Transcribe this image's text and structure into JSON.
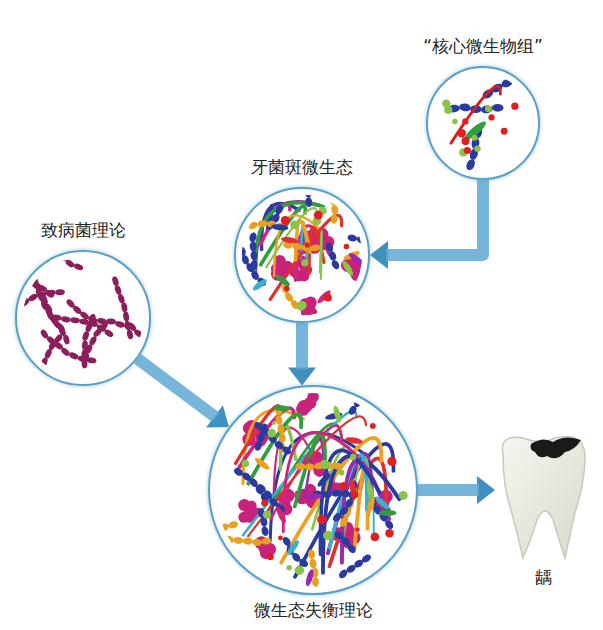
{
  "diagram": {
    "nodes": [
      {
        "text": [
          "“核心微生物组”"
        ]
      },
      {
        "text": [
          "牙菌斑微生态"
        ]
      },
      {
        "text": [
          "致病菌理论"
        ]
      },
      {
        "text": [
          "微生态失衡理论"
        ]
      },
      {
        "text": [
          "龋"
        ]
      }
    ],
    "edges": [
      {
        "from": 0,
        "to": 1,
        "arrow": "to"
      },
      {
        "from": 1,
        "to": 3,
        "arrow": "to"
      },
      {
        "from": 2,
        "to": 3,
        "arrow": "to"
      },
      {
        "from": 3,
        "to": 4,
        "arrow": "to"
      }
    ]
  }
}
